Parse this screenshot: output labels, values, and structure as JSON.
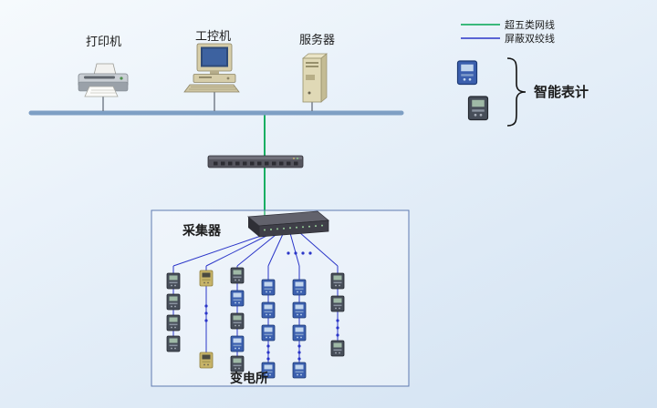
{
  "colors": {
    "cat5_green": "#00a651",
    "stp_blue": "#2a35c8",
    "bus_line": "#7e9fc4",
    "substation_red": "#cc1111"
  },
  "legend": {
    "cat5_label": "超五类网线",
    "stp_label": "屏蔽双绞线"
  },
  "top_devices": {
    "printer": "打印机",
    "ipc": "工控机",
    "server": "服务器"
  },
  "labels": {
    "smart_meters": "智能表计",
    "collector": "采集器",
    "substation": "变电所"
  }
}
